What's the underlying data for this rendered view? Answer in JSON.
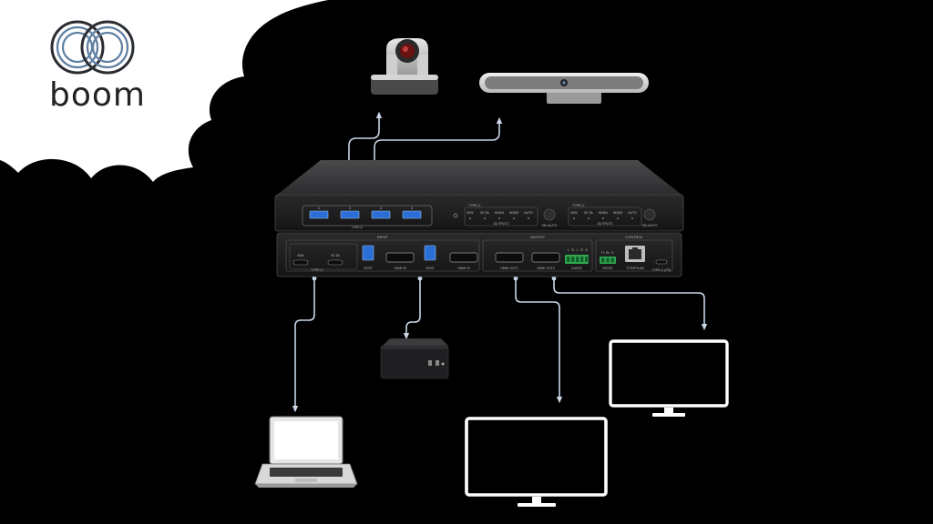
{
  "brand": {
    "name": "boom"
  },
  "colors": {
    "background": "#000000",
    "cloud": "#ffffff",
    "cable": "#c8d6e6",
    "device_top": "#3a3a3c",
    "device_face": "#1c1c1e",
    "usb_blue": "#2a6fd6",
    "terminal_green": "#2fa84f",
    "screen_outline": "#ffffff"
  },
  "front_panel": {
    "usb_label": "USB-A",
    "usb_ports": [
      "1",
      "2",
      "3",
      "4"
    ],
    "out1_group": "TYPE-C",
    "out1_leds": [
      "60W",
      "5V 3A",
      "HDMI1",
      "HDMI2",
      "AUTO"
    ],
    "out1_label": "OUTPUT1",
    "out1_button": "SEL/AUTO",
    "out2_group": "TYPE-C",
    "out2_leds": [
      "60W",
      "5V 3A",
      "HDMI1",
      "HDMI2",
      "AUTO"
    ],
    "out2_label": "OUTPUT2",
    "out2_button": "SEL/AUTO"
  },
  "rear_panel": {
    "input_section": "INPUT",
    "output_section": "OUTPUT",
    "control_section": "CONTROL",
    "typec_leds": [
      "60W",
      "5V 3A"
    ],
    "ports": {
      "typec": "TYPE-C",
      "host1": "HOST",
      "hdmi_in1": "HDMI IN",
      "host2": "HOST",
      "hdmi_in2": "HDMI IN",
      "hdmi_out1": "HDMI OUT1",
      "hdmi_out2": "HDMI OUT2",
      "audio": "AUDIO",
      "rs232": "RS232",
      "tcpip": "TCP/IP/LAN",
      "power": "TYPE-C (PD)"
    },
    "audio_pins": [
      "L",
      "R",
      "L",
      "R",
      "G"
    ],
    "rs232_pins": [
      "Tx",
      "Rx",
      "G"
    ]
  },
  "peripherals": [
    "PTZ camera",
    "video bar",
    "mini PC",
    "laptop",
    "display 1",
    "display 2"
  ]
}
